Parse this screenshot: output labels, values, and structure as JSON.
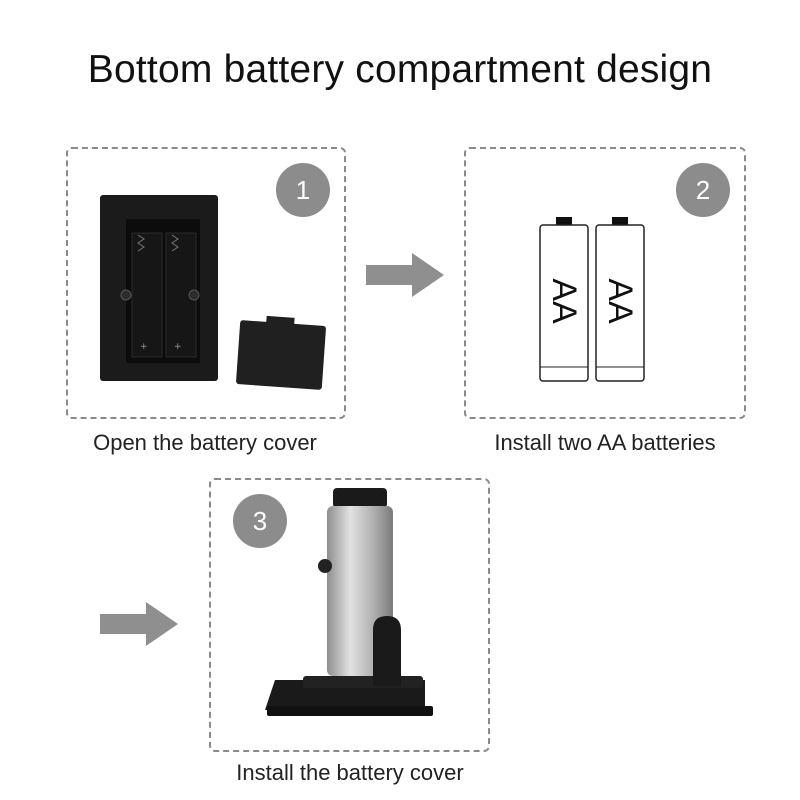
{
  "title": "Bottom battery compartment design",
  "steps": [
    {
      "number": "1",
      "caption": "Open the battery cover"
    },
    {
      "number": "2",
      "caption": "Install two AA batteries"
    },
    {
      "number": "3",
      "caption": "Install the battery cover"
    }
  ],
  "battery_label": "AA",
  "colors": {
    "badge": "#8c8c8c",
    "arrow": "#8f8f8f",
    "device_body": "#1a1a1a",
    "device_silver": "#b8b8b8"
  },
  "icons": [
    "battery-compartment",
    "battery-aa",
    "smoker-device",
    "arrow-right"
  ]
}
